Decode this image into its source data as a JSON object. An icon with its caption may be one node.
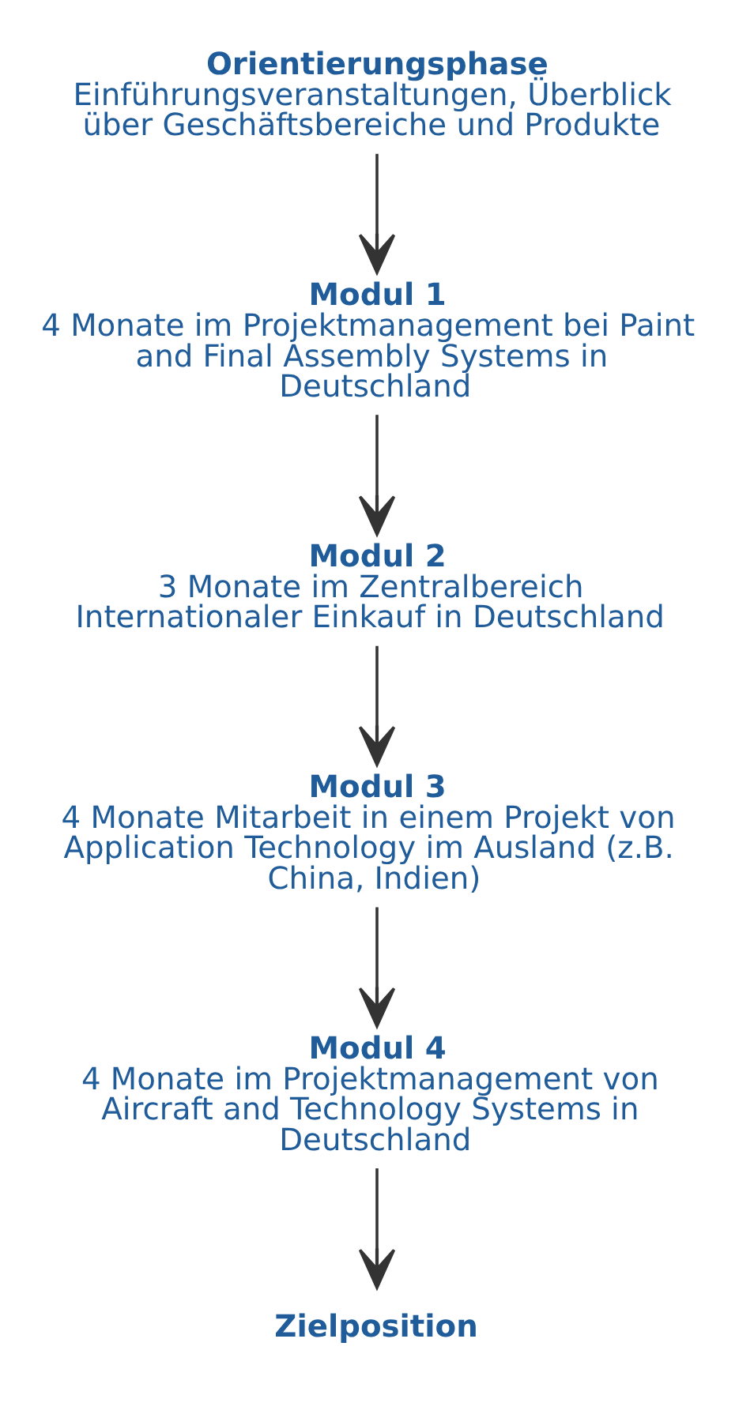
{
  "diagram": {
    "nodes": [
      {
        "text": [
          "Orientierungsphase",
          "Einführungsveranstaltungen, Überblick über Geschäftsbereiche und Produkte"
        ]
      },
      {
        "text": [
          "Modul 1",
          "4 Monate im Projektmanagement bei Paint and Final Assembly Systems in Deutschland"
        ]
      },
      {
        "text": [
          "Modul 2",
          "3 Monate im Zentralbereich Internationaler Einkauf in Deutschland"
        ]
      },
      {
        "text": [
          "Modul 3",
          "4 Monate Mitarbeit in einem Projekt von Application Technology im Ausland (z.B. China, Indien)"
        ]
      },
      {
        "text": [
          "Modul 4",
          "4 Monate im Projektmanagement von Aircraft and Technology Systems in Deutschland"
        ]
      },
      {
        "text": [
          "Zielposition"
        ]
      }
    ],
    "edges": [
      {
        "from": 0,
        "to": 1,
        "arrow": "to"
      },
      {
        "from": 1,
        "to": 2,
        "arrow": "to"
      },
      {
        "from": 2,
        "to": 3,
        "arrow": "to"
      },
      {
        "from": 3,
        "to": 4,
        "arrow": "to"
      },
      {
        "from": 4,
        "to": 5,
        "arrow": "to"
      }
    ]
  }
}
